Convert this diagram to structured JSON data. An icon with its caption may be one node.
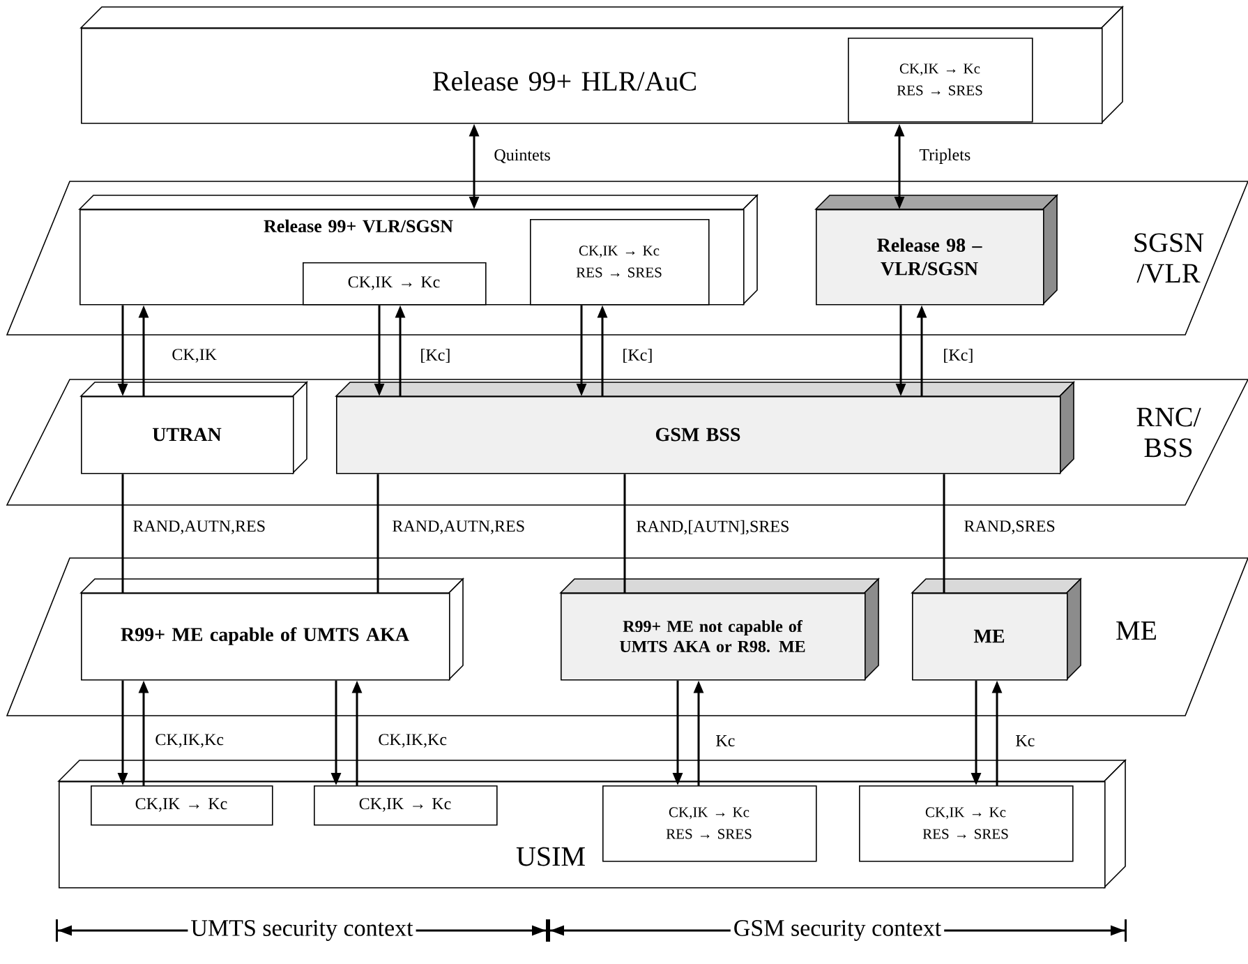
{
  "diagram": {
    "nodes": [
      {
        "text": [
          "Release 99+ HLR/AuC"
        ]
      },
      {
        "text": [
          "CK,IK → Kc",
          "RES → SRES"
        ],
        "in": 0
      },
      {
        "text": [
          "SGSN /VLR"
        ]
      },
      {
        "text": [
          "Release 99+ VLR/SGSN"
        ],
        "in": 2
      },
      {
        "text": [
          "CK,IK → Kc"
        ],
        "in": 3
      },
      {
        "text": [
          "CK,IK → Kc",
          "RES → SRES"
        ],
        "in": 3
      },
      {
        "text": [
          "Release 98 – VLR/SGSN"
        ],
        "in": 2
      },
      {
        "text": [
          "RNC/ BSS"
        ]
      },
      {
        "text": [
          "UTRAN"
        ],
        "in": 7
      },
      {
        "text": [
          "GSM  BSS"
        ],
        "in": 7
      },
      {
        "text": [
          "ME"
        ]
      },
      {
        "text": [
          "R99+ ME capable of UMTS AKA"
        ],
        "in": 10
      },
      {
        "text": [
          "R99+ ME not capable of UMTS AKA or R98. ME"
        ],
        "in": 10
      },
      {
        "text": [
          "ME"
        ],
        "in": 10
      },
      {
        "text": [
          "USIM"
        ]
      },
      {
        "text": [
          "CK,IK → Kc"
        ],
        "in": 14
      },
      {
        "text": [
          "CK,IK → Kc"
        ],
        "in": 14
      },
      {
        "text": [
          "CK,IK → Kc",
          "RES → SRES"
        ],
        "in": 14
      },
      {
        "text": [
          "CK,IK → Kc",
          "RES → SRES"
        ],
        "in": 14
      }
    ],
    "edges": [
      {
        "from": 0,
        "to": 3,
        "arrow": "both",
        "label": "Quintets"
      },
      {
        "from": 0,
        "to": 6,
        "arrow": "both",
        "label": "Triplets"
      },
      {
        "from": 3,
        "to": 8,
        "arrow": "to"
      },
      {
        "from": 8,
        "to": 3,
        "arrow": "to",
        "label": "CK,IK"
      },
      {
        "from": 4,
        "to": 9,
        "arrow": "to"
      },
      {
        "from": 9,
        "to": 4,
        "arrow": "to",
        "label": "[Kc]"
      },
      {
        "from": 5,
        "to": 9,
        "arrow": "to"
      },
      {
        "from": 9,
        "to": 5,
        "arrow": "to",
        "label": "[Kc]"
      },
      {
        "from": 6,
        "to": 9,
        "arrow": "to"
      },
      {
        "from": 9,
        "to": 6,
        "arrow": "to",
        "label": "[Kc]"
      },
      {
        "from": 8,
        "to": 11,
        "arrow": "none",
        "label": "RAND,AUTN,RES"
      },
      {
        "from": 9,
        "to": 11,
        "arrow": "none",
        "label": "RAND,AUTN,RES"
      },
      {
        "from": 9,
        "to": 12,
        "arrow": "none",
        "label": "RAND,[AUTN],SRES"
      },
      {
        "from": 9,
        "to": 13,
        "arrow": "none",
        "label": "RAND,SRES"
      },
      {
        "from": 11,
        "to": 15,
        "arrow": "to"
      },
      {
        "from": 15,
        "to": 11,
        "arrow": "to",
        "label": "CK,IK,Kc"
      },
      {
        "from": 11,
        "to": 16,
        "arrow": "to"
      },
      {
        "from": 16,
        "to": 11,
        "arrow": "to",
        "label": "CK,IK,Kc"
      },
      {
        "from": 12,
        "to": 17,
        "arrow": "to"
      },
      {
        "from": 17,
        "to": 12,
        "arrow": "to",
        "label": "Kc"
      },
      {
        "from": 13,
        "to": 18,
        "arrow": "to"
      },
      {
        "from": 18,
        "to": 13,
        "arrow": "to",
        "label": "Kc"
      }
    ],
    "labels": [
      "UMTS security context",
      "GSM security context"
    ]
  }
}
